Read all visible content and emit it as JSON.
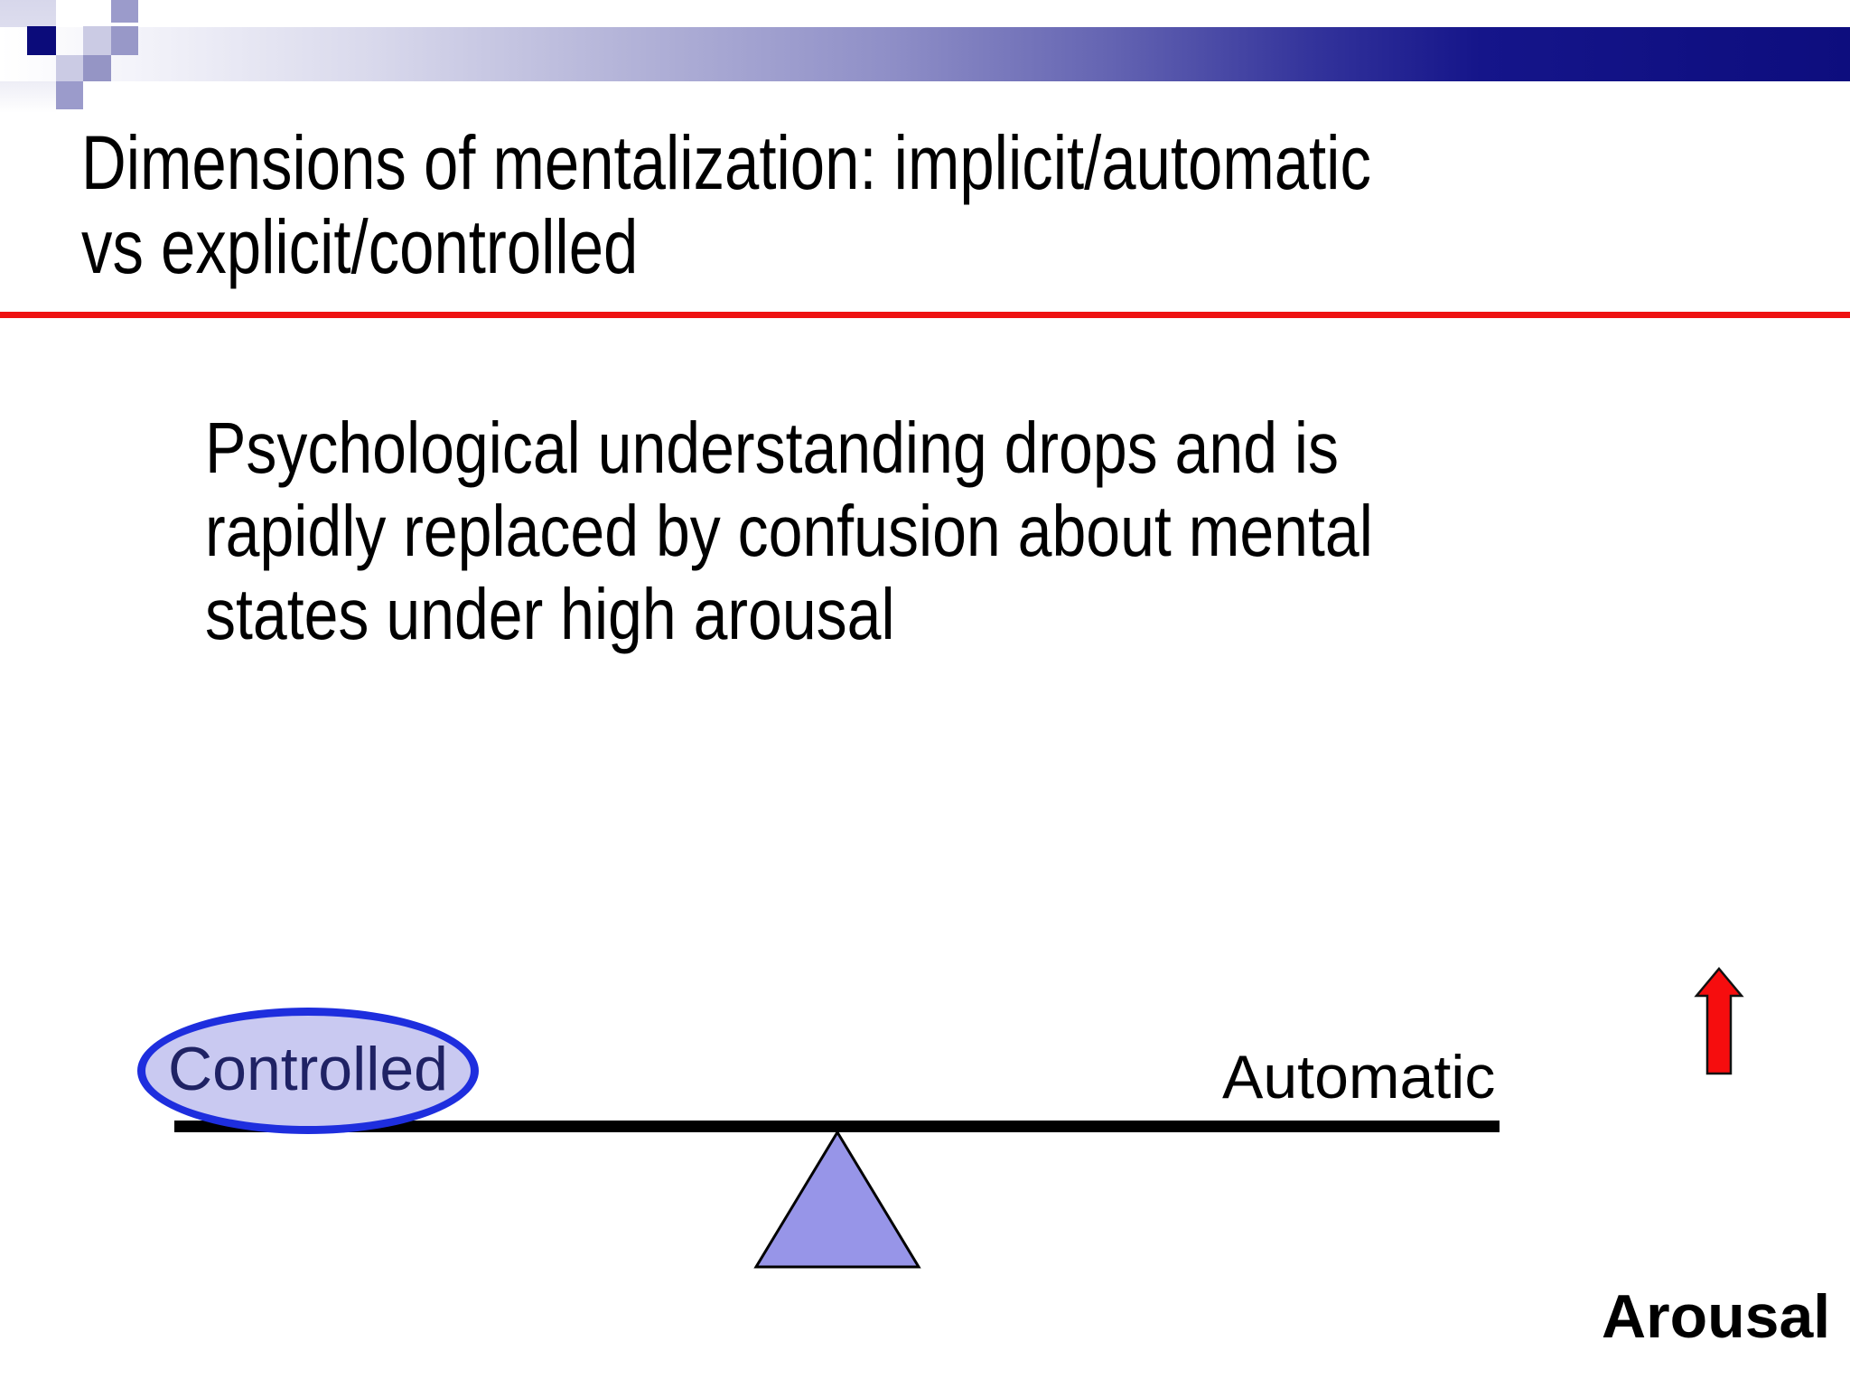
{
  "slide": {
    "title": "Dimensions of mentalization: implicit/automatic\nvs explicit/controlled",
    "body": "Psychological understanding drops and is\nrapidly replaced by confusion about mental\nstates under high arousal",
    "diagram": {
      "left_label": "Controlled",
      "right_label": "Automatic",
      "arrow_label": "Arousal"
    },
    "colors": {
      "accent_red": "#ee1111",
      "banner_dark": "#0d0d7e",
      "banner_square_dark": "#0b0b7a",
      "ellipse_fill": "#c9c9f1",
      "ellipse_border": "#1e2ede",
      "ellipse_text": "#1f2264",
      "triangle_fill": "#9795e8",
      "arrow_fill": "#f60d0e",
      "beam_color": "#000000",
      "outline_black": "#000000"
    }
  }
}
